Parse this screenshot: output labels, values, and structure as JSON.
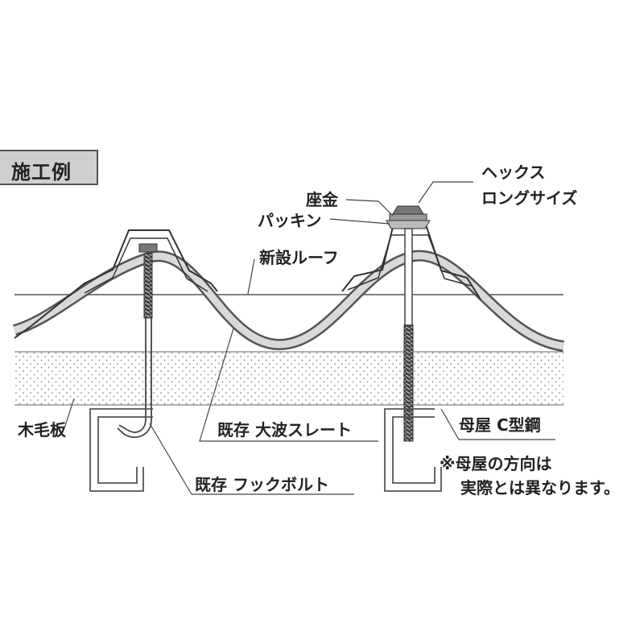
{
  "title": "施工例",
  "labels": {
    "hex_line1": "ヘックス",
    "hex_line2": "ロングサイズ",
    "washer": "座金",
    "packing": "パッキン",
    "new_roof": "新設ルーフ",
    "wood_board": "木毛板",
    "existing_slate": "既存 大波スレート",
    "existing_hook": "既存 フックボルト",
    "purlin": "母屋 C型鋼",
    "note_line1": "※母屋の方向は",
    "note_line2": "実際とは異なります。"
  }
}
